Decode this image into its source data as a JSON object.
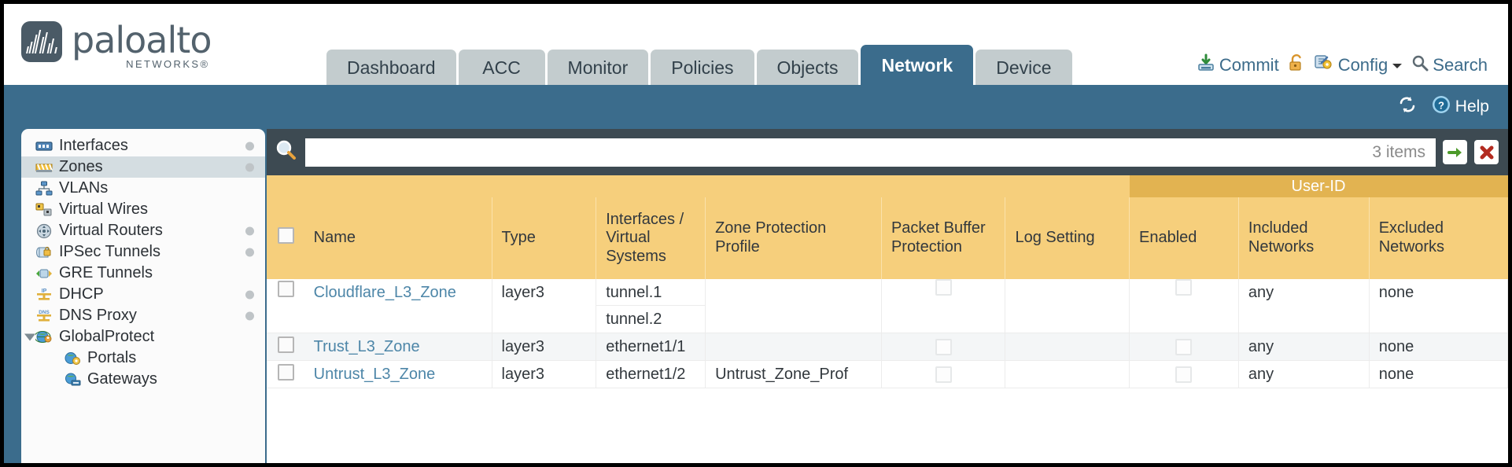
{
  "brand": {
    "name": "paloalto",
    "tagline": "NETWORKS®"
  },
  "tabs": [
    {
      "label": "Dashboard",
      "active": false
    },
    {
      "label": "ACC",
      "active": false
    },
    {
      "label": "Monitor",
      "active": false
    },
    {
      "label": "Policies",
      "active": false
    },
    {
      "label": "Objects",
      "active": false
    },
    {
      "label": "Network",
      "active": true
    },
    {
      "label": "Device",
      "active": false
    }
  ],
  "header_actions": [
    {
      "label": "Commit",
      "icon": "commit-icon"
    },
    {
      "label": "",
      "icon": "lock-icon"
    },
    {
      "label": "Config",
      "icon": "config-icon",
      "dropdown": true
    },
    {
      "label": "Search",
      "icon": "search-icon"
    }
  ],
  "band": {
    "refresh_icon": "refresh-icon",
    "help_label": "Help",
    "help_icon": "help-icon"
  },
  "sidebar": {
    "items": [
      {
        "label": "Interfaces",
        "icon": "interfaces-icon",
        "selected": false,
        "dot": true,
        "child": false,
        "caret": false
      },
      {
        "label": "Zones",
        "icon": "zones-icon",
        "selected": true,
        "dot": true,
        "child": false,
        "caret": false
      },
      {
        "label": "VLANs",
        "icon": "vlans-icon",
        "selected": false,
        "dot": false,
        "child": false,
        "caret": false
      },
      {
        "label": "Virtual Wires",
        "icon": "virtual-wires-icon",
        "selected": false,
        "dot": false,
        "child": false,
        "caret": false
      },
      {
        "label": "Virtual Routers",
        "icon": "virtual-routers-icon",
        "selected": false,
        "dot": true,
        "child": false,
        "caret": false
      },
      {
        "label": "IPSec Tunnels",
        "icon": "ipsec-tunnels-icon",
        "selected": false,
        "dot": true,
        "child": false,
        "caret": false
      },
      {
        "label": "GRE Tunnels",
        "icon": "gre-tunnels-icon",
        "selected": false,
        "dot": false,
        "child": false,
        "caret": false
      },
      {
        "label": "DHCP",
        "icon": "dhcp-icon",
        "selected": false,
        "dot": true,
        "child": false,
        "caret": false
      },
      {
        "label": "DNS Proxy",
        "icon": "dns-proxy-icon",
        "selected": false,
        "dot": true,
        "child": false,
        "caret": false
      },
      {
        "label": "GlobalProtect",
        "icon": "globalprotect-icon",
        "selected": false,
        "dot": false,
        "child": false,
        "caret": true
      },
      {
        "label": "Portals",
        "icon": "portals-icon",
        "selected": false,
        "dot": false,
        "child": true,
        "caret": false
      },
      {
        "label": "Gateways",
        "icon": "gateways-icon",
        "selected": false,
        "dot": false,
        "child": true,
        "caret": false
      }
    ]
  },
  "search": {
    "value": "",
    "placeholder": "",
    "icon": "search-magnifier-icon",
    "items_count": "3 items",
    "apply_icon": "apply-arrow-icon",
    "clear_icon": "clear-x-icon"
  },
  "table": {
    "group_headers": [
      {
        "label": "User-ID",
        "span": 3
      }
    ],
    "columns": [
      "Name",
      "Type",
      "Interfaces / Virtual Systems",
      "Zone Protection Profile",
      "Packet Buffer Protection",
      "Log Setting",
      "Enabled",
      "Included Networks",
      "Excluded Networks"
    ],
    "rows": [
      {
        "selected": false,
        "name": "Cloudflare_L3_Zone",
        "type": "layer3",
        "interfaces": [
          "tunnel.1",
          "tunnel.2"
        ],
        "zone_protection_profile": "",
        "packet_buffer_protection": false,
        "log_setting": "",
        "userid_enabled": false,
        "included_networks": "any",
        "excluded_networks": "none"
      },
      {
        "selected": false,
        "name": "Trust_L3_Zone",
        "type": "layer3",
        "interfaces": [
          "ethernet1/1"
        ],
        "zone_protection_profile": "",
        "packet_buffer_protection": false,
        "log_setting": "",
        "userid_enabled": false,
        "included_networks": "any",
        "excluded_networks": "none"
      },
      {
        "selected": false,
        "name": "Untrust_L3_Zone",
        "type": "layer3",
        "interfaces": [
          "ethernet1/2"
        ],
        "zone_protection_profile": "Untrust_Zone_Prof",
        "packet_buffer_protection": false,
        "log_setting": "",
        "userid_enabled": false,
        "included_networks": "any",
        "excluded_networks": "none"
      }
    ]
  },
  "colors": {
    "brand_blue": "#3b6c8c",
    "header_yellow": "#f6cf7c",
    "group_yellow": "#e2b351",
    "panel_dark": "#3d4a52",
    "link_blue": "#4d86a8"
  }
}
